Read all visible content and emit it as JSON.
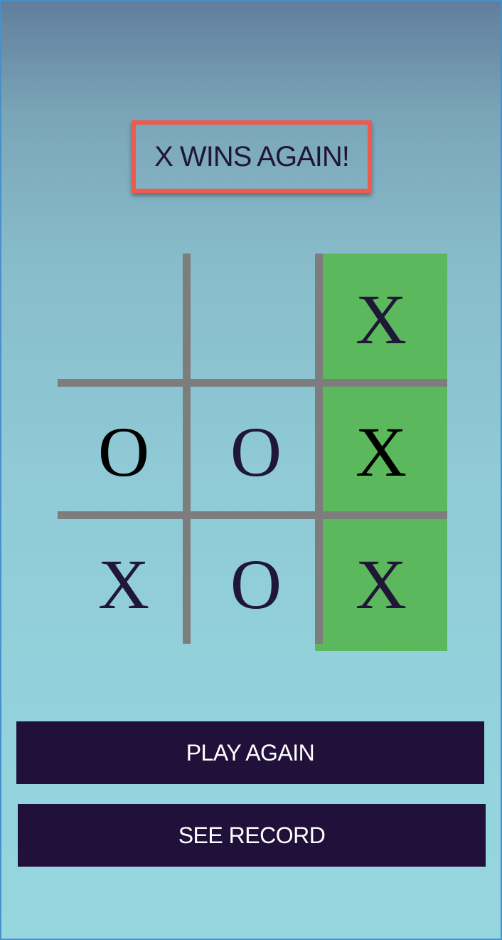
{
  "status": {
    "text": "X WINS AGAIN!"
  },
  "board": {
    "cells": [
      {
        "row": 1,
        "col": 1,
        "mark": ""
      },
      {
        "row": 1,
        "col": 2,
        "mark": ""
      },
      {
        "row": 1,
        "col": 3,
        "mark": "X",
        "winning": true
      },
      {
        "row": 2,
        "col": 1,
        "mark": "O"
      },
      {
        "row": 2,
        "col": 2,
        "mark": "O"
      },
      {
        "row": 2,
        "col": 3,
        "mark": "X",
        "winning": true
      },
      {
        "row": 3,
        "col": 1,
        "mark": "X"
      },
      {
        "row": 3,
        "col": 2,
        "mark": "O"
      },
      {
        "row": 3,
        "col": 3,
        "mark": "X",
        "winning": true
      }
    ]
  },
  "actions": {
    "play_again_label": "PLAY AGAIN",
    "see_record_label": "SEE RECORD"
  },
  "colors": {
    "background_top": "#617e9c",
    "background_bottom": "#95d6df",
    "status_border": "#ef5a4e",
    "winning_cell": "#5cb85c",
    "grid_line": "#7d7d7d",
    "mark": "#1f1638",
    "button": "#21113a"
  }
}
